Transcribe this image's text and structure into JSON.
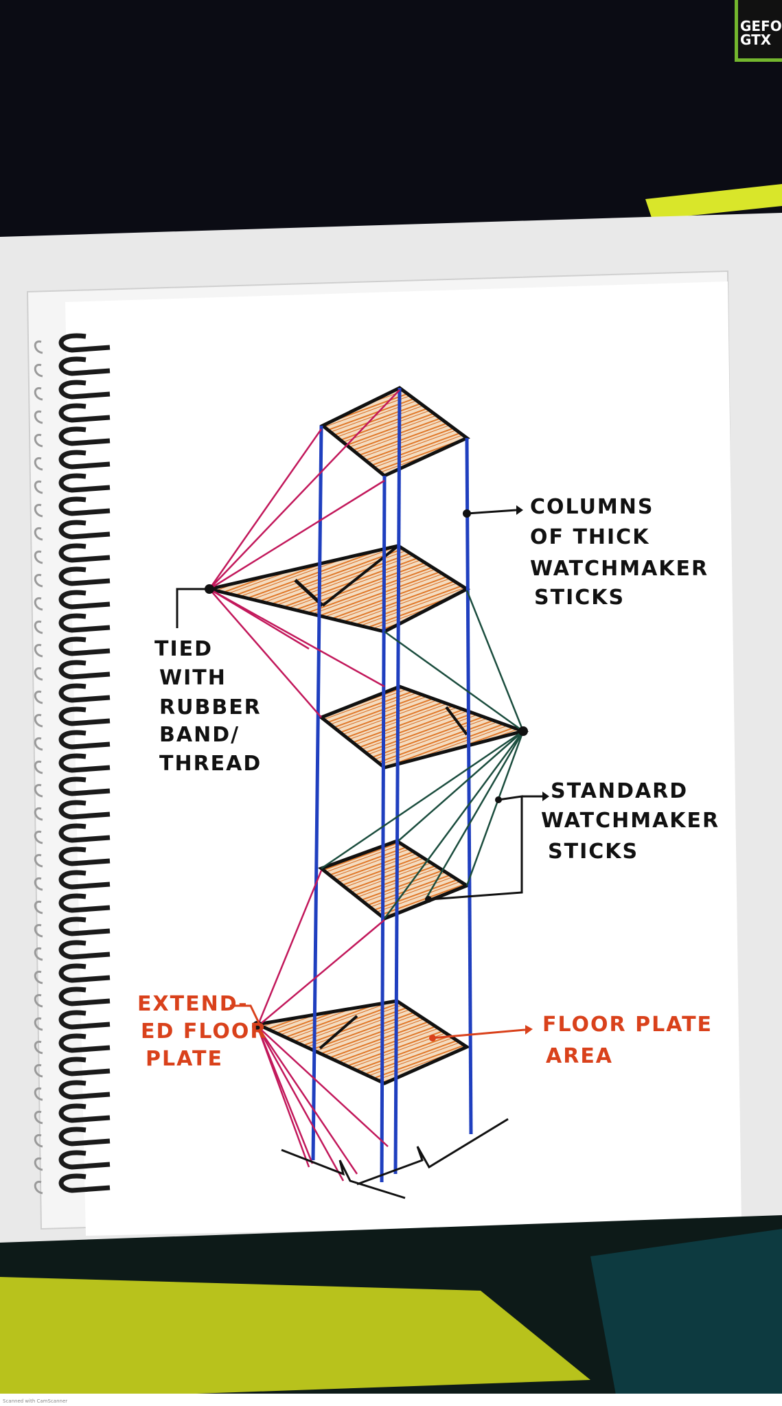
{
  "labels": {
    "columns": [
      "COLUMNS",
      "OF THICK",
      "WATCHMAKER",
      "STICKS"
    ],
    "tied": [
      "TIED",
      "WITH",
      "RUBBER",
      "BAND/",
      "THREAD"
    ],
    "standard": [
      "STANDARD",
      "WATCHMAKER",
      "STICKS"
    ],
    "extended": [
      "EXTEND-",
      "ED FLOOR",
      "PLATE"
    ],
    "floor_area": [
      "FLOOR PLATE",
      "AREA"
    ]
  },
  "badge": [
    "GEFOR",
    "GTX"
  ],
  "scanner": "Scanned with CamScanner",
  "colors": {
    "column_blue": "#1f3fbf",
    "thread_red": "#c2185b",
    "thread_green": "#1b4d3e",
    "hatch_orange": "#e0782a",
    "label_red": "#d9411b",
    "ink": "#111111"
  }
}
